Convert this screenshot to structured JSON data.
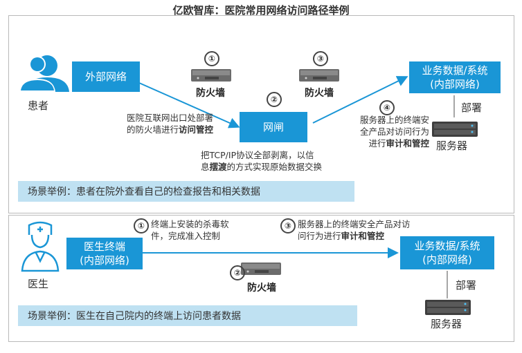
{
  "title": "亿欧智库：医院常用网络访问路径举例",
  "top": {
    "person_label": "患者",
    "external_network": "外部网络",
    "firewall_a_num": "①",
    "firewall_a_label": "防火墙",
    "firewall_b_num": "③",
    "firewall_b_label": "防火墙",
    "gateway_num": "②",
    "gateway_label": "网闸",
    "server_step_num": "④",
    "business_system": "业务数据/系统\n(内部网络)",
    "deploy_label": "部署",
    "server_label": "服务器",
    "note_firewall_line1": "医院互联网出口处部署",
    "note_firewall_line2_pre": "的防火墙进行",
    "note_firewall_line2_bold": "访问管控",
    "note_gateway_line1": "把TCP/IP协议全部剥离，以信",
    "note_gateway_line2_pre": "息",
    "note_gateway_line2_bold": "摆渡",
    "note_gateway_line2_post": "的方式实现原始数据交换",
    "note_server_line1": "服务器上的终端安",
    "note_server_line2": "全产品对访问行为",
    "note_server_line3_pre": "进行",
    "note_server_line3_bold": "审计和管控",
    "scenario": "场景举例：患者在院外查看自己的检查报告和相关数据"
  },
  "bottom": {
    "person_label": "医生",
    "doctor_terminal": "医生终端\n(内部网络)",
    "step1_num": "①",
    "step1_line1": "终端上安装的杀毒软",
    "step1_line2": "件，完成准入控制",
    "step3_num": "③",
    "step3_line1": "服务器上的终端安全产品对访",
    "step3_line2_pre": "问行为进行",
    "step3_line2_bold": "审计和管控",
    "firewall_num": "②",
    "firewall_label": "防火墙",
    "business_system": "业务数据/系统\n(内部网络)",
    "deploy_label": "部署",
    "server_label": "服务器",
    "scenario": "场景举例：医生在自己院内的终端上访问患者数据"
  },
  "colors": {
    "accent_blue": "#1a96d6",
    "scenario_bg": "#bfe1f2",
    "panel_border": "#b9b9b9"
  }
}
